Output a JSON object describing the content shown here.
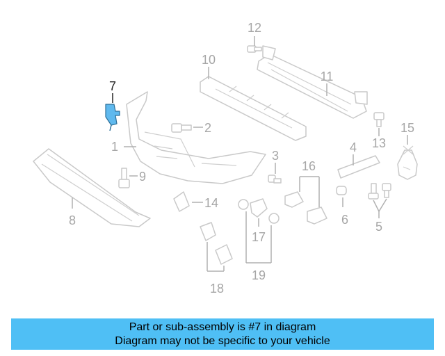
{
  "diagram": {
    "callouts": {
      "c1": "1",
      "c2": "2",
      "c3": "3",
      "c4": "4",
      "c5": "5",
      "c6": "6",
      "c7": "7",
      "c8": "8",
      "c9": "9",
      "c10": "10",
      "c11": "11",
      "c12": "12",
      "c13": "13",
      "c14": "14",
      "c15": "15",
      "c16": "16",
      "c17": "17",
      "c18": "18",
      "c19": "19"
    },
    "highlight_part": "7",
    "colors": {
      "highlight": "#5fb9ee",
      "lines": "#c9c9c9",
      "labels": "#a6a6a6",
      "banner": "#4fbff5"
    }
  },
  "caption": {
    "line1": "Part or sub-assembly is #7 in diagram",
    "line2": "Diagram may not be specific to your vehicle"
  }
}
